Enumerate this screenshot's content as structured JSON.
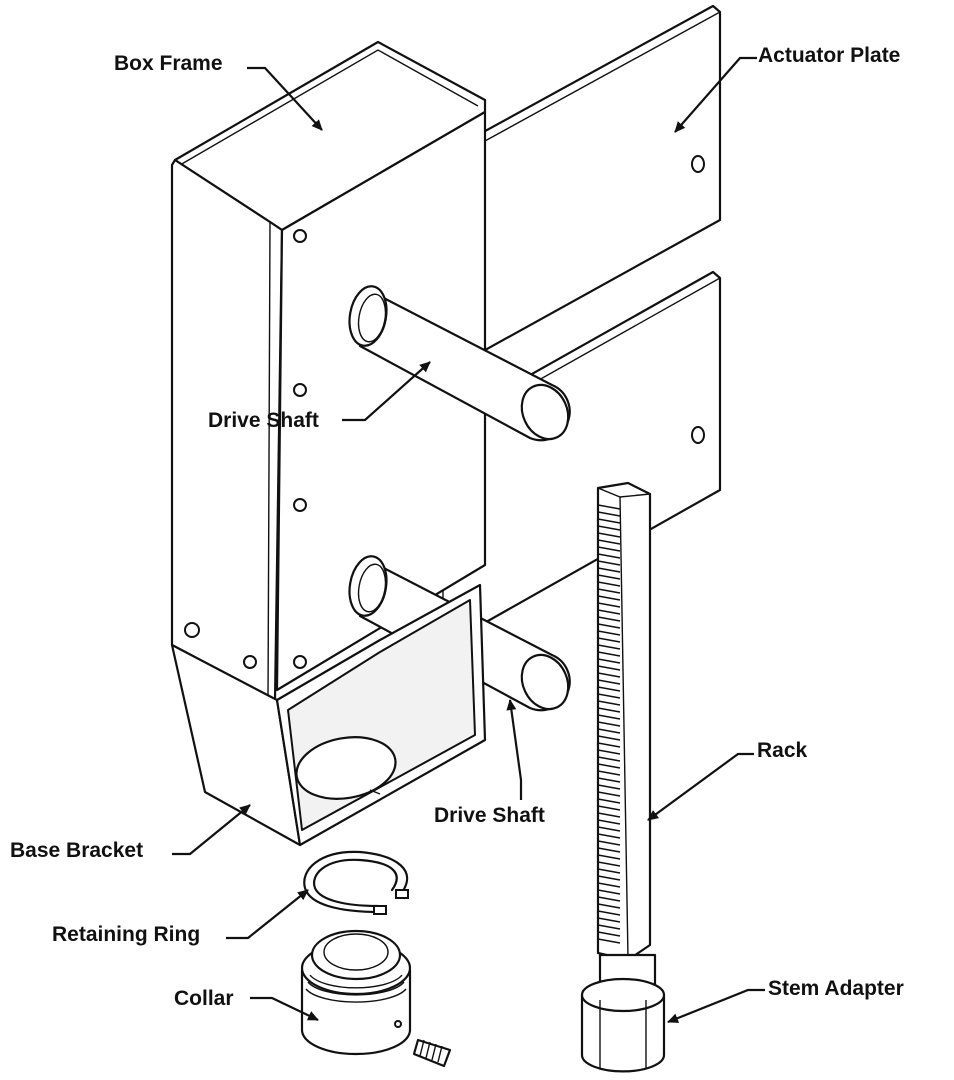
{
  "labels": {
    "box_frame": "Box Frame",
    "actuator_plate": "Actuator Plate",
    "drive_shaft_upper": "Drive Shaft",
    "drive_shaft_lower": "Drive Shaft",
    "rack": "Rack",
    "base_bracket": "Base Bracket",
    "retaining_ring": "Retaining Ring",
    "collar": "Collar",
    "stem_adapter": "Stem Adapter"
  },
  "colors": {
    "line": "#111111",
    "background": "#ffffff"
  }
}
